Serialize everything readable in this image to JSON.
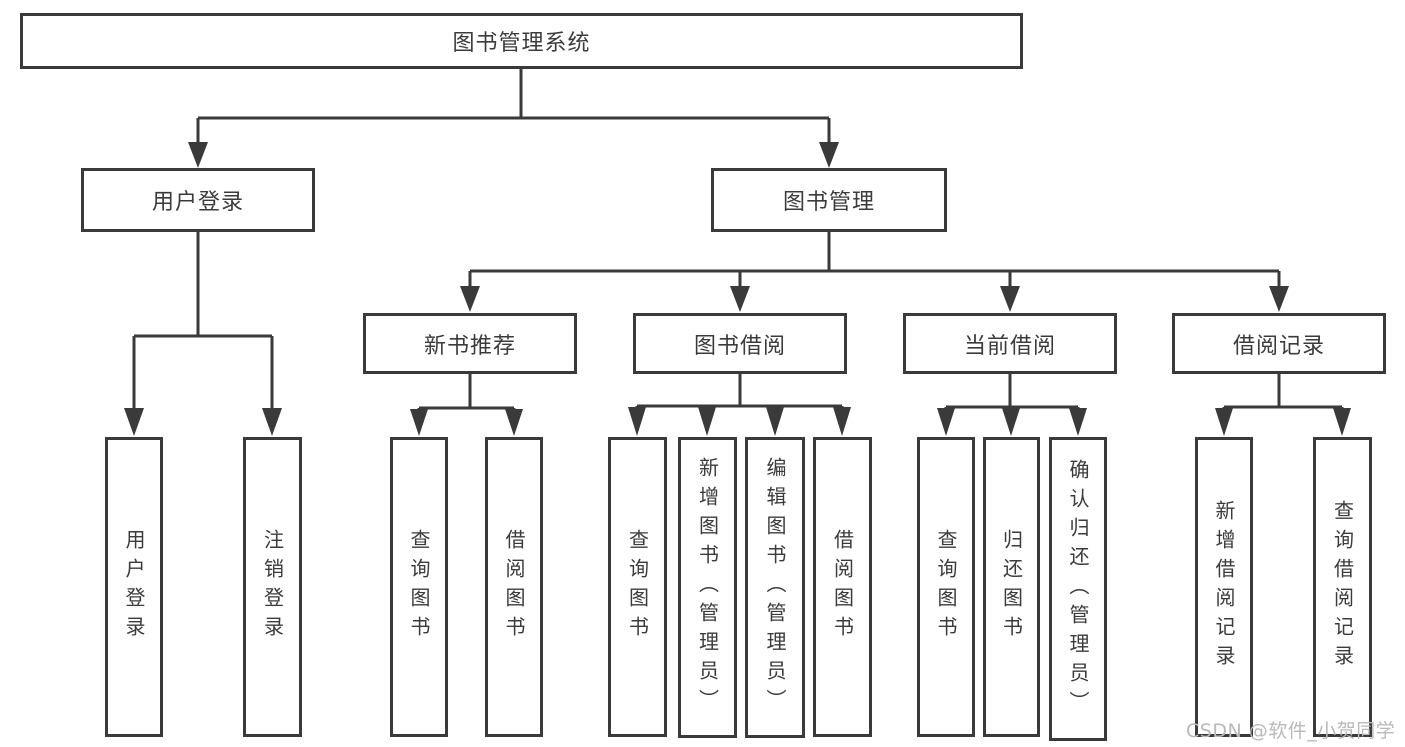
{
  "root": {
    "label": "图书管理系统"
  },
  "user_login": {
    "label": "用户登录",
    "children": [
      {
        "label": "用户登录"
      },
      {
        "label": "注销登录"
      }
    ]
  },
  "book_mgmt": {
    "label": "图书管理",
    "sections": [
      {
        "label": "新书推荐",
        "children": [
          {
            "label": "查询图书"
          },
          {
            "label": "借阅图书"
          }
        ]
      },
      {
        "label": "图书借阅",
        "children": [
          {
            "label": "查询图书"
          },
          {
            "label": "新增图书（管理员）"
          },
          {
            "label": "编辑图书（管理员）"
          },
          {
            "label": "借阅图书"
          }
        ]
      },
      {
        "label": "当前借阅",
        "children": [
          {
            "label": "查询图书"
          },
          {
            "label": "归还图书"
          },
          {
            "label": "确认归还（管理员）"
          }
        ]
      },
      {
        "label": "借阅记录",
        "children": [
          {
            "label": "新增借阅记录"
          },
          {
            "label": "查询借阅记录"
          }
        ]
      }
    ]
  },
  "watermark": {
    "text": "CSDN @软件_小贺同学"
  },
  "colors": {
    "line": "#3a3a3a",
    "text": "#3b3b3b",
    "box_fill": "#ffffff",
    "watermark_text": "#b9b9b9"
  }
}
